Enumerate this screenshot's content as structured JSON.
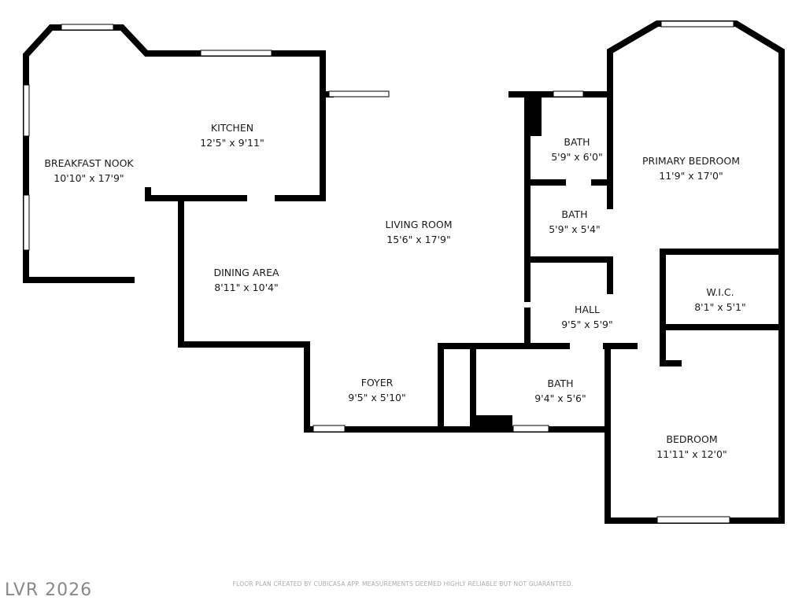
{
  "rooms": [
    {
      "name": "BREAKFAST NOOK",
      "size": "10'10\" x 17'9\""
    },
    {
      "name": "KITCHEN",
      "size": "12'5\" x 9'11\""
    },
    {
      "name": "LIVING ROOM",
      "size": "15'6\" x 17'9\""
    },
    {
      "name": "DINING AREA",
      "size": "8'11\" x 10'4\""
    },
    {
      "name": "FOYER",
      "size": "9'5\" x 5'10\""
    },
    {
      "name": "BATH",
      "size": "5'9\" x 6'0\""
    },
    {
      "name": "BATH",
      "size": "5'9\" x 5'4\""
    },
    {
      "name": "HALL",
      "size": "9'5\" x 5'9\""
    },
    {
      "name": "BATH",
      "size": "9'4\" x 5'6\""
    },
    {
      "name": "PRIMARY BEDROOM",
      "size": "11'9\" x 17'0\""
    },
    {
      "name": "W.I.C.",
      "size": "8'1\" x 5'1\""
    },
    {
      "name": "BEDROOM",
      "size": "11'11\" x 12'0\""
    }
  ],
  "footer": "FLOOR PLAN CREATED BY CUBICASA APP. MEASUREMENTS DEEMED HIGHLY RELIABLE BUT NOT GUARANTEED.",
  "watermark": "LVR 2026"
}
